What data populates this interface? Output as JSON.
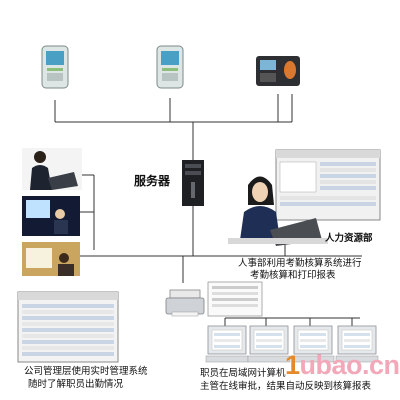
{
  "labels": {
    "server": "服务器",
    "hr_dept": "人力资源部",
    "hr_desc_line1": "人事部利用考勤核算系统进行",
    "hr_desc_line2": "考勤核算和打印报表",
    "mgmt_desc_line1": "公司管理层使用实时管理系统",
    "mgmt_desc_line2": "随时了解职员出勤情况",
    "staff_desc_line1": "职员在局域网计算机",
    "staff_desc_line2": "主管在线审批，结果自动反映到核算报表"
  },
  "watermark": {
    "left": "1",
    "rest": "ubao.cn",
    "colors": {
      "digit": "#e58a2a",
      "text": "#f2a8b8"
    }
  },
  "devices": {
    "card_readers": [
      "card-reader-icon",
      "card-reader-icon",
      "fingerprint-terminal-icon"
    ],
    "computers": 4
  },
  "colors": {
    "line": "#2b2b2b",
    "device_body": "#dfe7e6",
    "screen": "#5aa7c9",
    "monitor": "#e9ecef"
  }
}
